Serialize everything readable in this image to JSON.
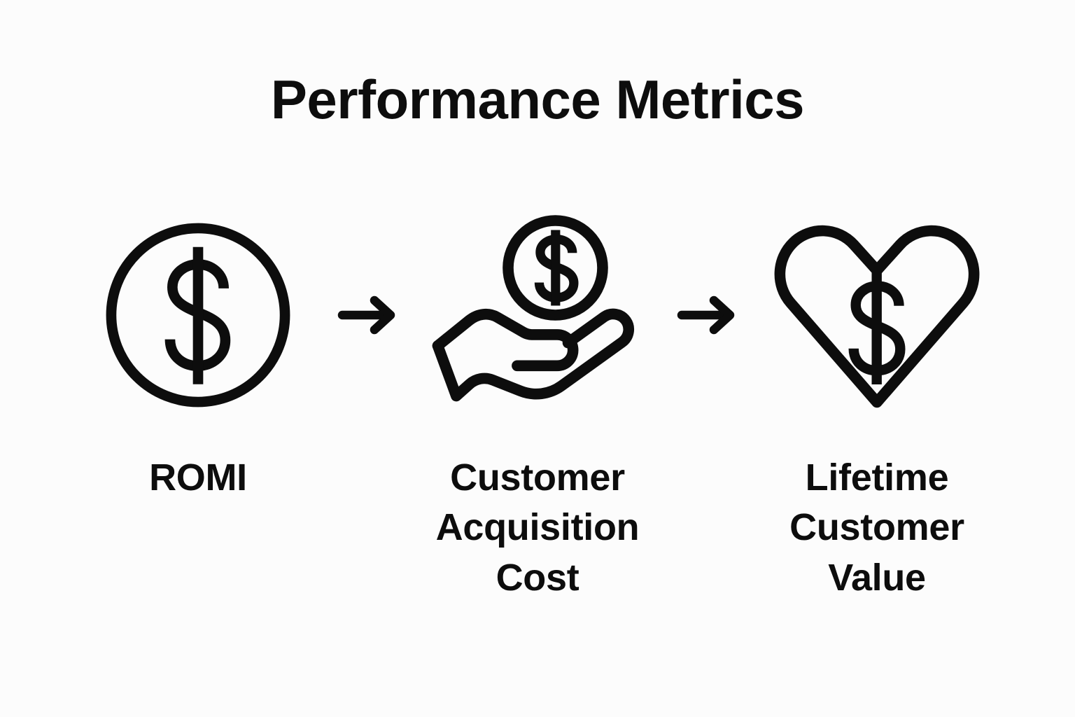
{
  "page": {
    "title": "Performance Metrics",
    "background_color": "#fcfcfc",
    "ink_color": "#0d0d0d"
  },
  "flow": {
    "steps": [
      {
        "icon": "dollar-circle-icon",
        "label": "ROMI"
      },
      {
        "icon": "hand-holding-coin-icon",
        "label": "Customer\nAcquisition\nCost"
      },
      {
        "icon": "heart-dollar-icon",
        "label": "Lifetime\nCustomer\nValue"
      }
    ],
    "connectors": [
      {
        "icon": "arrow-right-icon"
      },
      {
        "icon": "arrow-right-icon"
      }
    ]
  }
}
